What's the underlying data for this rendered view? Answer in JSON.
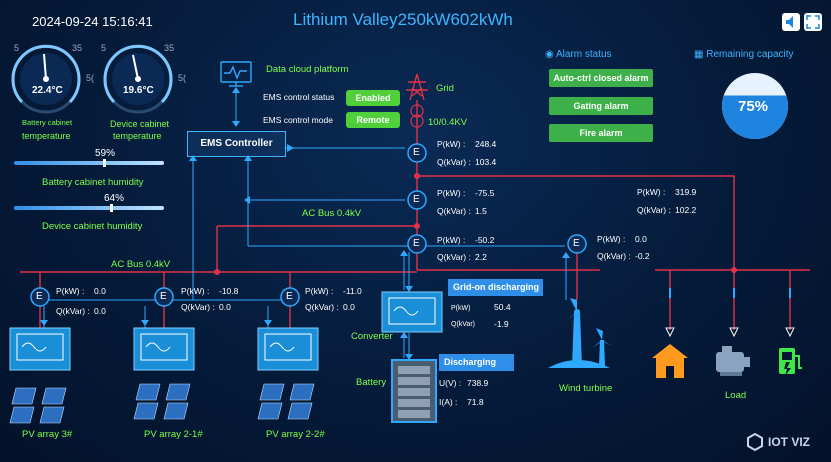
{
  "header": {
    "datetime": "2024-09-24 15:16:41",
    "title": "Lithium Valley250kW602kWh"
  },
  "gauges": {
    "scale_min": "5",
    "scale_max": "35",
    "scale_max_cut": "5(",
    "battery": {
      "value": "22.4",
      "unit": "°C",
      "label_line1": "Battery cabinet",
      "label_line2": "temperature"
    },
    "device": {
      "value": "19.6",
      "unit": "°C",
      "label_line1": "Device cabinet",
      "label_line2": "temperature"
    }
  },
  "humidity": {
    "battery": {
      "percent": 59,
      "percent_text": "59%",
      "label": "Battery cabinet humidity"
    },
    "device": {
      "percent": 64,
      "percent_text": "64%",
      "label": "Device cabinet humidity"
    }
  },
  "cloud": {
    "label": "Data cloud platform"
  },
  "ems": {
    "box_label": "EMS Controller",
    "status_label": "EMS control status",
    "status_value": "Enabled",
    "mode_label": "EMS control mode",
    "mode_value": "Remote"
  },
  "grid": {
    "label": "Grid",
    "transformer_label": "10/0.4KV"
  },
  "alarm_status": {
    "title": "Alarm status",
    "buttons": [
      "Auto-ctrl closed alarm",
      "Gating alarm",
      "Fire alarm"
    ]
  },
  "remaining_capacity": {
    "title": "Remaining capacity",
    "value": "75%",
    "fraction": 0.75
  },
  "meters": {
    "grid": {
      "p_label": "P(kW) :",
      "p": "248.4",
      "q_label": "Q(kVar) :",
      "q": "103.4",
      "letter": "E"
    },
    "mid": {
      "p_label": "P(kW) :",
      "p": "-75.5",
      "q_label": "Q(kVar) :",
      "q": "1.5",
      "letter": "E"
    },
    "conv": {
      "p_label": "P(kW) :",
      "p": "-50.2",
      "q_label": "Q(kVar) :",
      "q": "2.2",
      "letter": "E"
    },
    "wind": {
      "p_label": "P(kW) :",
      "p": "0.0",
      "q_label": "Q(kVar) :",
      "q": "-0.2",
      "letter": "E"
    },
    "load": {
      "p_label": "P(kW) :",
      "p": "319.9",
      "q_label": "Q(kVar) :",
      "q": "102.2"
    },
    "pv1": {
      "p_label": "P(kW) :",
      "p": "0.0",
      "q_label": "Q(kVar) :",
      "q": "0.0",
      "letter": "E"
    },
    "pv2": {
      "p_label": "P(kW) :",
      "p": "-10.8",
      "q_label": "Q(kVar) :",
      "q": "0.0",
      "letter": "E"
    },
    "pv3": {
      "p_label": "P(kW) :",
      "p": "-11.0",
      "q_label": "Q(kVar) :",
      "q": "0.0",
      "letter": "E"
    }
  },
  "bus": {
    "upper": "AC Bus 0.4kV",
    "lower": "AC Bus 0.4kV"
  },
  "converter": {
    "status": "Grid-on discharging",
    "p_label": "P(kW)",
    "p": "50.4",
    "q_label": "Q(kVar)",
    "q": "-1.9",
    "label": "Converter"
  },
  "battery": {
    "status": "Discharging",
    "u_label": "U(V) :",
    "u": "738.9",
    "i_label": "I(A) :",
    "i": "71.8",
    "label": "Battery"
  },
  "wind": {
    "label": "Wind turbine"
  },
  "load": {
    "label": "Load"
  },
  "pv": {
    "a": "PV array 3#",
    "b": "PV array 2-1#",
    "c": "PV array 2-2#"
  },
  "brand": {
    "logo_text": "IOT VIZ"
  },
  "colors": {
    "bus_red": "#e0324a",
    "line_blue": "#2fa8ff",
    "accent_green": "#7dff4a",
    "pill_green": "#4fcf3a",
    "alarm_green": "#3db04a",
    "title_blue": "#3fb4ff"
  }
}
